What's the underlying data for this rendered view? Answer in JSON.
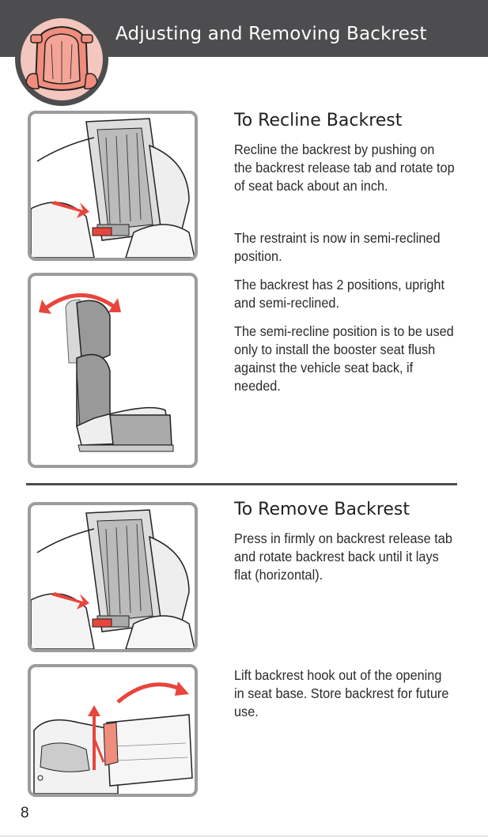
{
  "header": {
    "title": "Adjusting and Removing Backrest",
    "color": "#4d4d4f",
    "badge_icon": "backrest-seat-icon"
  },
  "recline": {
    "heading": "To Recline Backrest",
    "paragraphs": [
      "Recline the backrest by pushing on the backrest release tab and rotate top of seat back about an inch.",
      "The restraint is now in semi-reclined position.",
      "The backrest has 2 positions, upright and semi-reclined.",
      "The semi-recline position is to be used only to install the booster seat flush against the vehicle seat back, if needed."
    ]
  },
  "remove": {
    "heading": "To Remove Backrest",
    "paragraphs": [
      "Press in firmly on backrest release tab and rotate backrest back until it lays flat (horizontal).",
      "Lift backrest hook out of the opening in seat base. Store backrest for future use."
    ]
  },
  "illustrations": [
    "recline-release-tab-illustration",
    "backrest-positions-illustration",
    "remove-release-tab-illustration",
    "lift-backrest-hook-illustration"
  ],
  "accent_color": "#e8453c",
  "page_number": "8"
}
